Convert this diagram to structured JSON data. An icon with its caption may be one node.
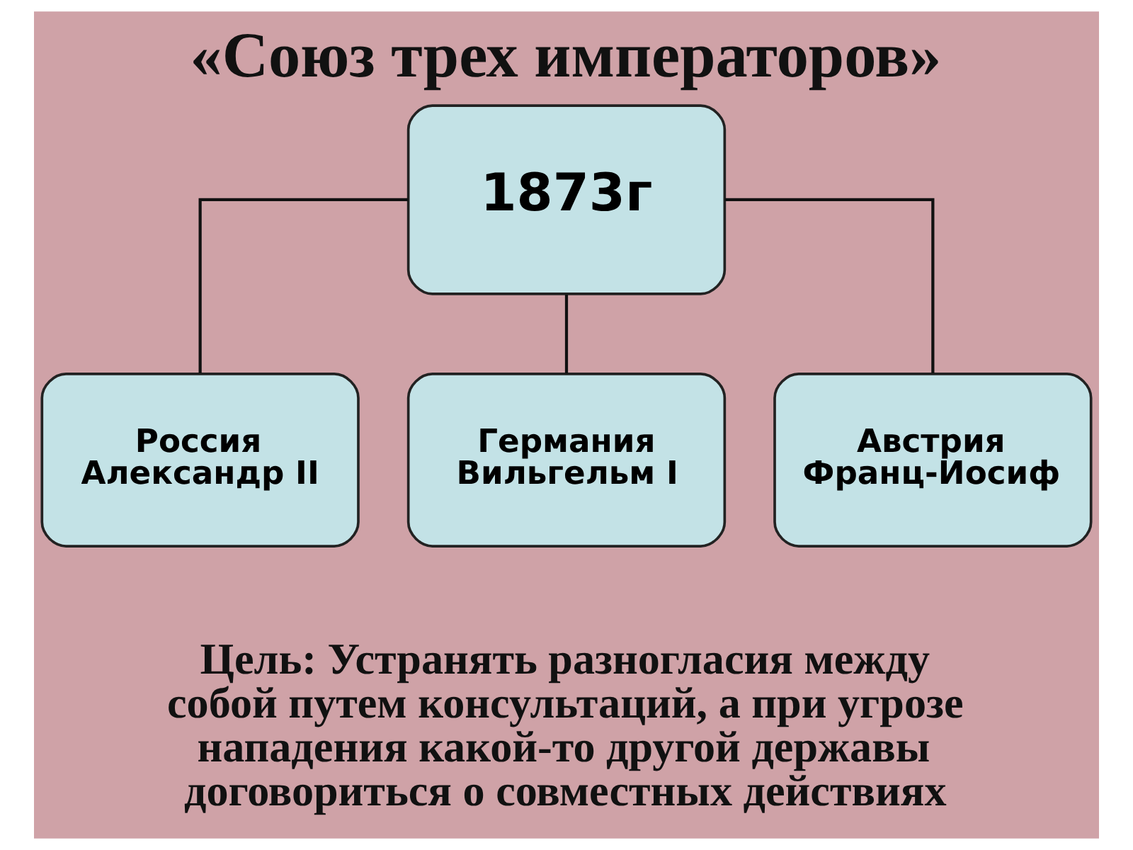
{
  "diagram": {
    "title": "«Союз трех императоров»",
    "caption": "Цель: Устранять разногласия между собой путем консультаций, а при угрозе нападения какой-то другой державы договориться о совместных действиях",
    "nodes": [
      {
        "text": [
          "1873г"
        ]
      },
      {
        "text": [
          "Россия",
          "Александр II"
        ]
      },
      {
        "text": [
          "Германия",
          "Вильгельм I"
        ]
      },
      {
        "text": [
          "Австрия",
          "Франц-Иосиф"
        ]
      }
    ],
    "edges": [
      {
        "from": 0,
        "to": 1,
        "arrow": "none"
      },
      {
        "from": 0,
        "to": 2,
        "arrow": "none"
      },
      {
        "from": 0,
        "to": 3,
        "arrow": "none"
      }
    ]
  }
}
